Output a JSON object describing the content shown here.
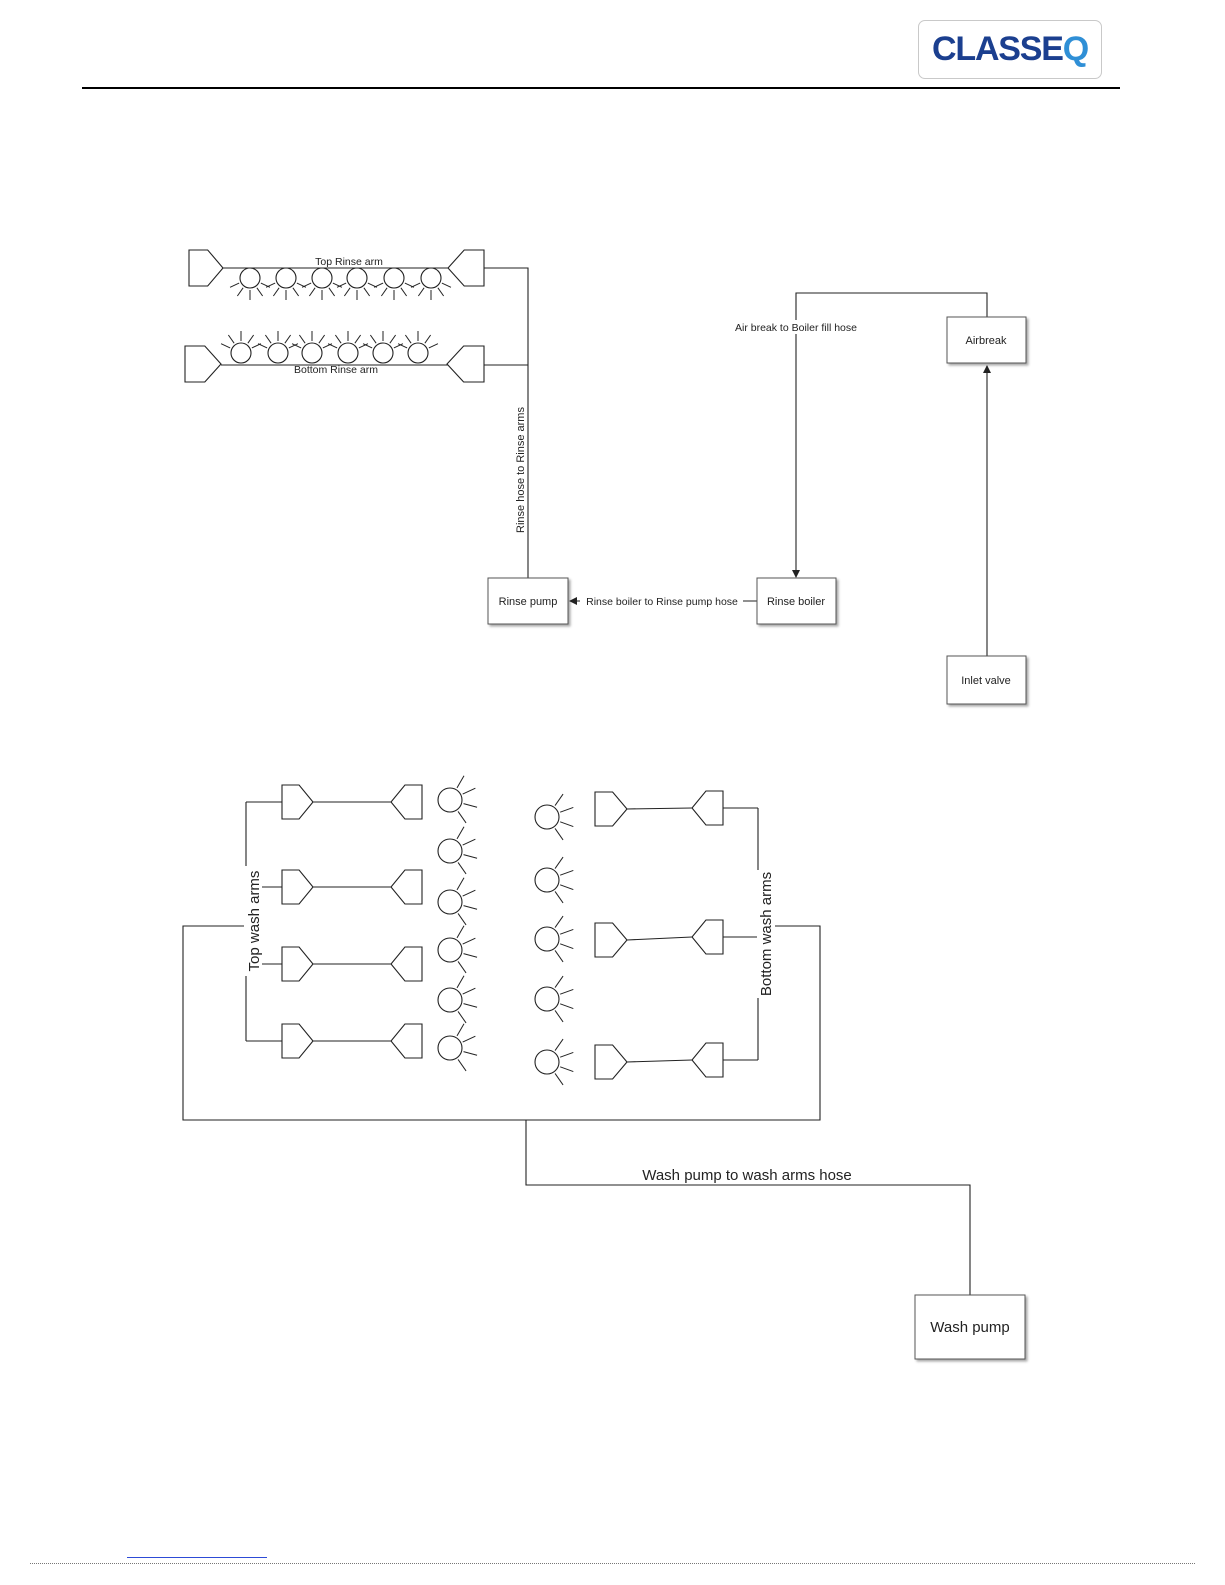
{
  "header": {
    "logo": {
      "prefix": "CLASSE",
      "suffix": "Q"
    }
  },
  "diagram": {
    "rinse": {
      "top_arm_label": "Top Rinse arm",
      "bottom_arm_label": "Bottom Rinse arm",
      "rinse_hose_label": "Rinse hose to Rinse arms",
      "airbreak_hose_label": "Air break to Boiler fill hose",
      "boiler_pump_hose_label": "Rinse boiler to Rinse pump hose",
      "rinse_pump": "Rinse pump",
      "rinse_boiler": "Rinse boiler",
      "airbreak": "Airbreak",
      "inlet_valve": "Inlet valve"
    },
    "wash": {
      "top_arms_label": "Top wash arms",
      "bottom_arms_label": "Bottom wash arms",
      "pump_hose_label": "Wash pump to wash arms hose",
      "wash_pump": "Wash pump"
    }
  },
  "colors": {
    "logo_dark": "#1b3f8f",
    "logo_accent": "#2f8fd6",
    "line": "#222222",
    "box_border": "#555555"
  }
}
